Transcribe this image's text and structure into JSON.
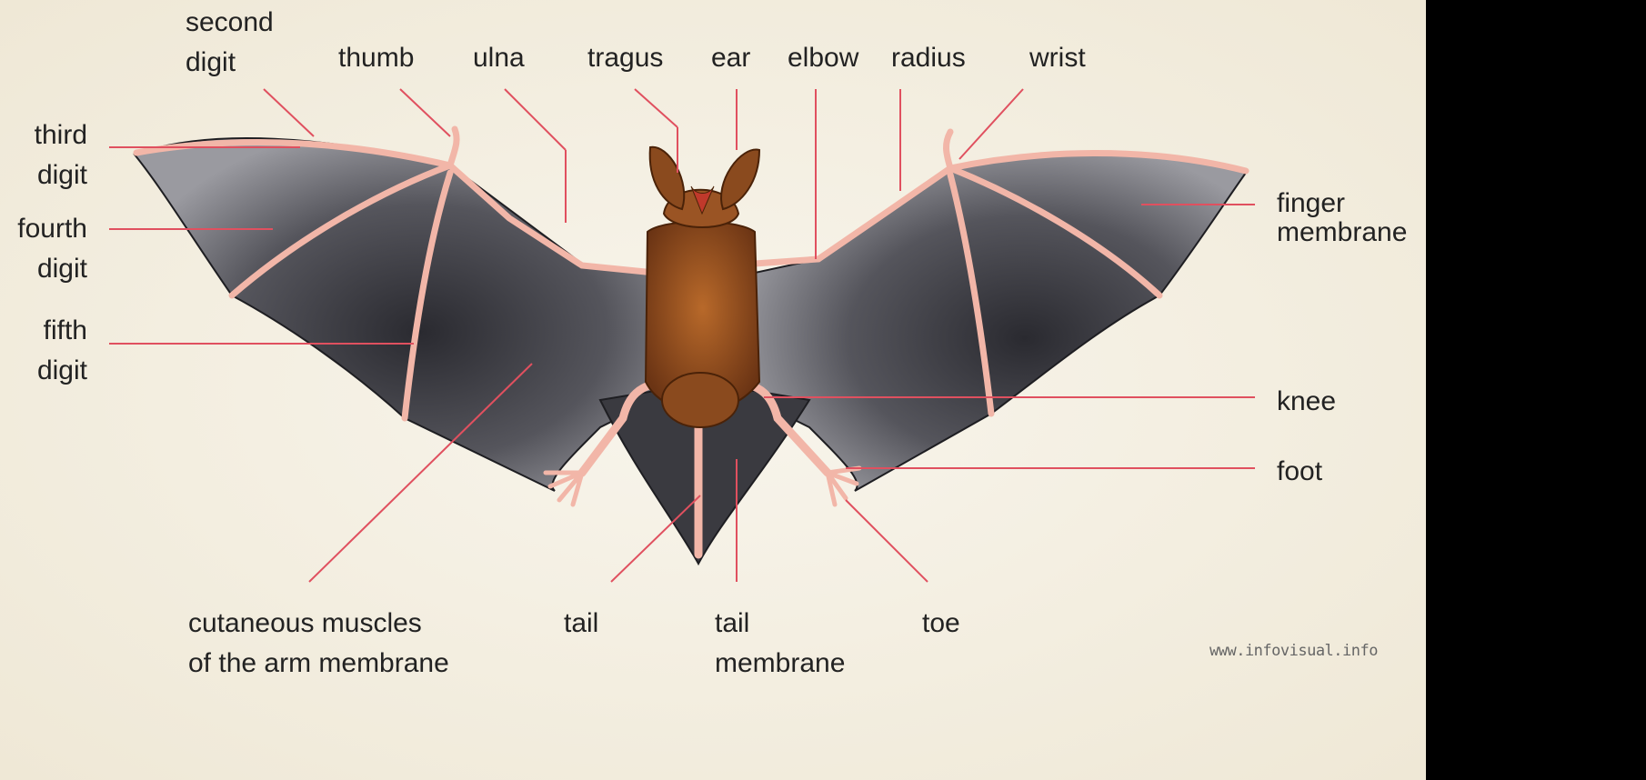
{
  "labels": {
    "second_digit": "second\ndigit",
    "thumb": "thumb",
    "ulna": "ulna",
    "tragus": "tragus",
    "ear": "ear",
    "elbow": "elbow",
    "radius": "radius",
    "wrist": "wrist",
    "third_digit": "third\ndigit",
    "fourth_digit": "fourth\ndigit",
    "fifth_digit": "fifth\ndigit",
    "finger_membrane": "finger\nmembrane",
    "knee": "knee",
    "foot": "foot",
    "cutaneous_muscles": "cutaneous muscles\nof the arm membrane",
    "tail": "tail",
    "tail_membrane": "tail\nmembrane",
    "toe": "toe"
  },
  "credit": "www.infovisual.info",
  "colors": {
    "background": "#f6f2e7",
    "leader_line": "#e0505f",
    "membrane": "#3a3a40",
    "bone": "#f2b6a8",
    "body": "#8a4a1e"
  }
}
